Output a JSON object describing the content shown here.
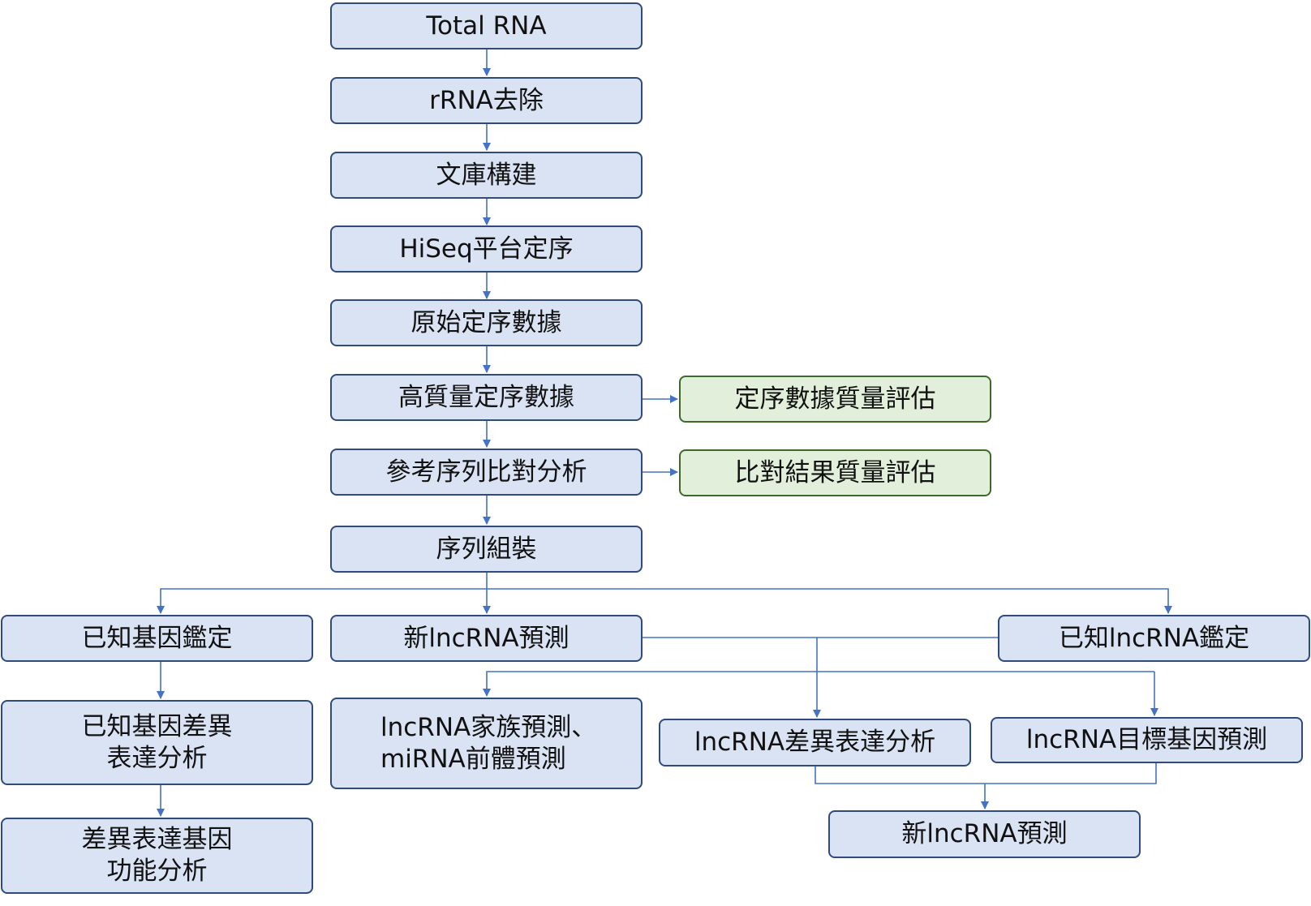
{
  "colors": {
    "blue_fill": "#dae3f3",
    "green_fill": "#e2efda",
    "border": "#2f4b7c",
    "arrow": "#4472c4"
  },
  "nodes": {
    "total_rna": "Total RNA",
    "rrna_removal": "rRNA去除",
    "library_construction": "文庫構建",
    "hiseq": "HiSeq平台定序",
    "raw_data": "原始定序數據",
    "hq_data": "高質量定序數據",
    "qc_seq": "定序數據質量評估",
    "alignment": "參考序列比對分析",
    "qc_align": "比對結果質量評估",
    "assembly": "序列組裝",
    "known_gene": "已知基因鑑定",
    "new_lnc_pred": "新lncRNA預測",
    "known_lnc": "已知lncRNA鑑定",
    "known_gene_diff": "已知基因差異\n表達分析",
    "family_pred": "lncRNA家族預測、\nmiRNA前體預測",
    "lnc_diff": "lncRNA差異表達分析",
    "lnc_target": "lncRNA目標基因預測",
    "diff_func": "差異表達基因\n功能分析",
    "new_lnc_pred2": "新lncRNA預測"
  }
}
